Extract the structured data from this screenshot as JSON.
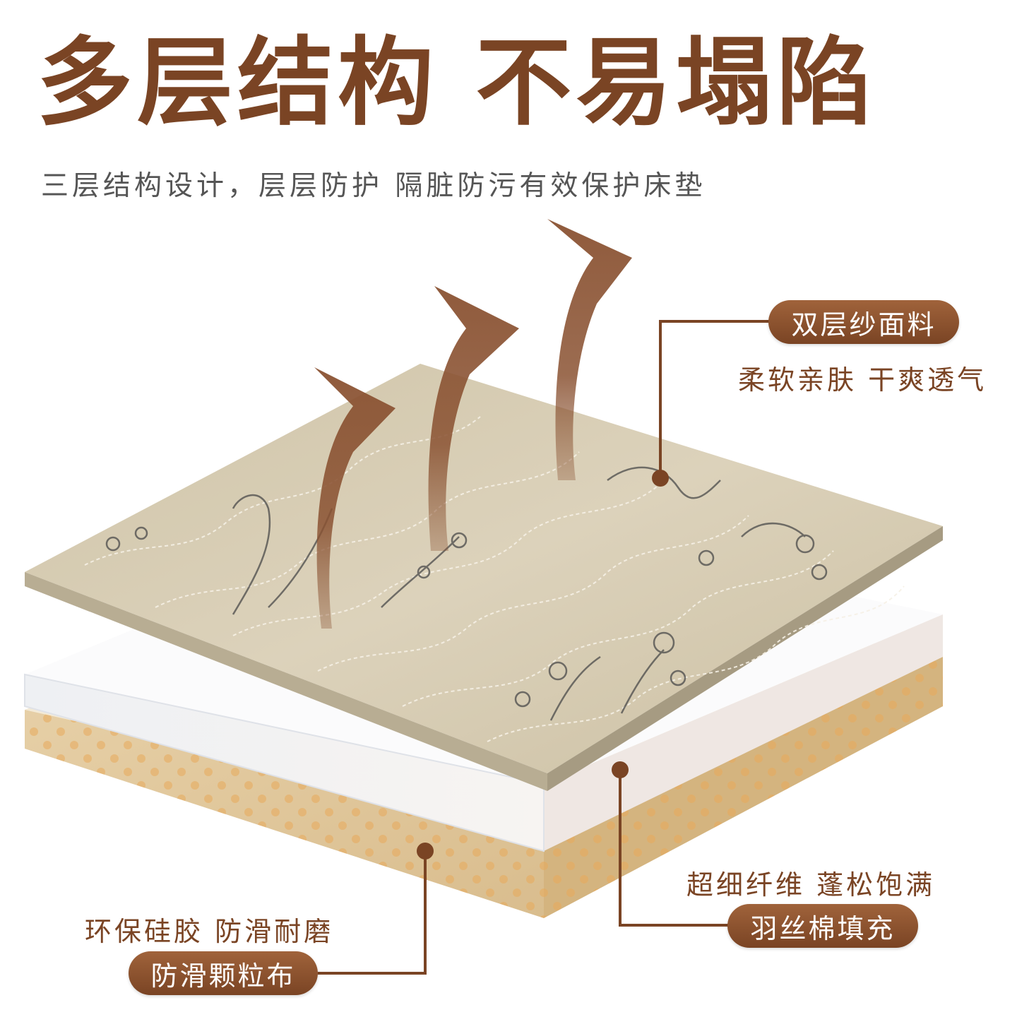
{
  "title": "多层结构 不易塌陷",
  "subtitle": "三层结构设计，层层防护 隔脏防污有效保护床垫",
  "layers": [
    {
      "label": "双层纱面料",
      "desc": "柔软亲肤 干爽透气"
    },
    {
      "label": "羽丝棉填充",
      "desc": "超细纤维 蓬松饱满"
    },
    {
      "label": "防滑颗粒布",
      "desc": "环保硅胶 防滑耐磨"
    }
  ],
  "colors": {
    "accent": "#7a4424",
    "text_gray": "#555555",
    "fabric": "#d8cdb5"
  }
}
